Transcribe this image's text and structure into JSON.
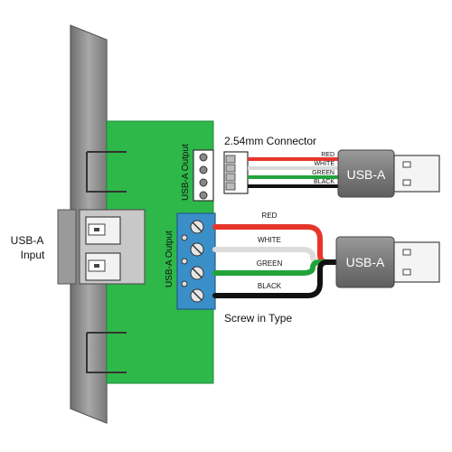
{
  "labels": {
    "input": [
      "USB-A",
      "Input"
    ],
    "pcb_output_top": "USB-A Output",
    "pcb_output_bottom": "USB-A Output",
    "connector_title": "2.54mm Connector",
    "screw_title": "Screw in Type",
    "plug_top": "USB-A",
    "plug_bottom": "USB-A"
  },
  "wires_small": [
    {
      "label": "RED",
      "color": "#e8352b"
    },
    {
      "label": "WHITE",
      "color": "#d9d9d9"
    },
    {
      "label": "GREEN",
      "color": "#22a33a"
    },
    {
      "label": "BLACK",
      "color": "#111111"
    }
  ],
  "wires_large": [
    {
      "label": "RED",
      "color": "#e8352b"
    },
    {
      "label": "WHITE",
      "color": "#dcdcdc"
    },
    {
      "label": "GREEN",
      "color": "#22a33a"
    },
    {
      "label": "BLACK",
      "color": "#111111"
    }
  ],
  "colors": {
    "pcb": "#2eb84a",
    "bracket": "#8e8e8e",
    "terminal_block": "#3b8fc9",
    "plug_body": "#7d7d7d"
  }
}
